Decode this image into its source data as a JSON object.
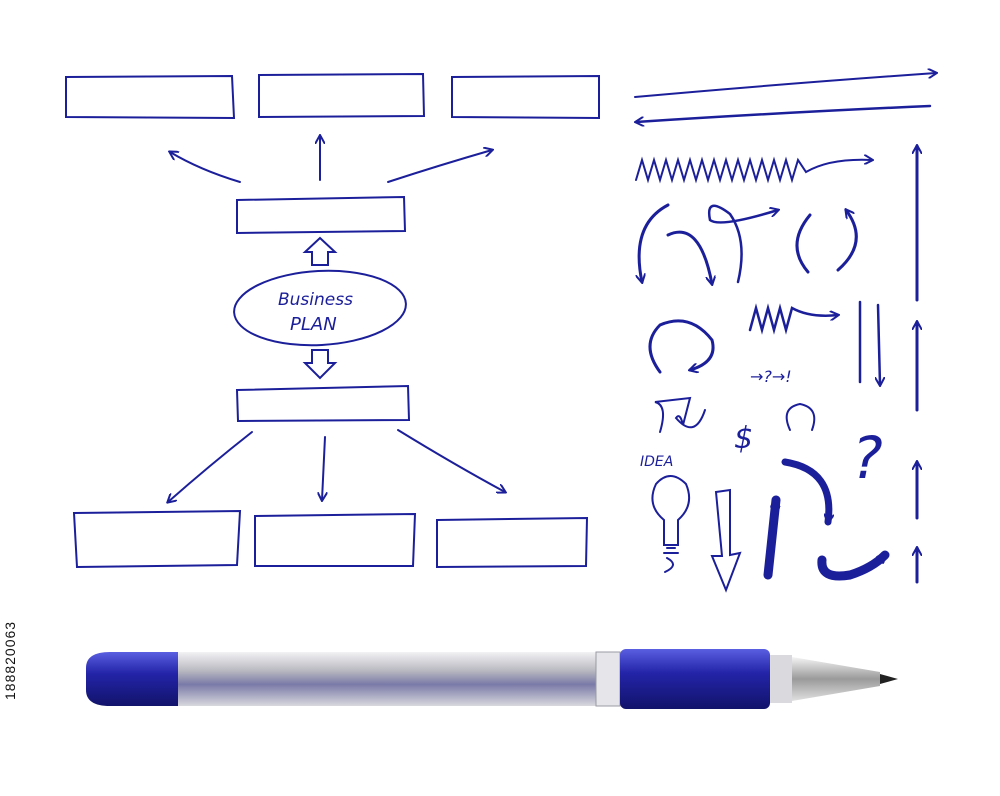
{
  "diagram": {
    "center_label_line1": "Business",
    "center_label_line2": "PLAN",
    "idea_label": "IDEA",
    "small_marks": "→?→!",
    "dollar_sign": "$",
    "question_mark": "?"
  },
  "stock_id": "188820063",
  "colors": {
    "ink": "#1c1f9a",
    "pen_body": "#c8c8cc",
    "pen_cap": "#2324a8",
    "background": "#ffffff"
  }
}
